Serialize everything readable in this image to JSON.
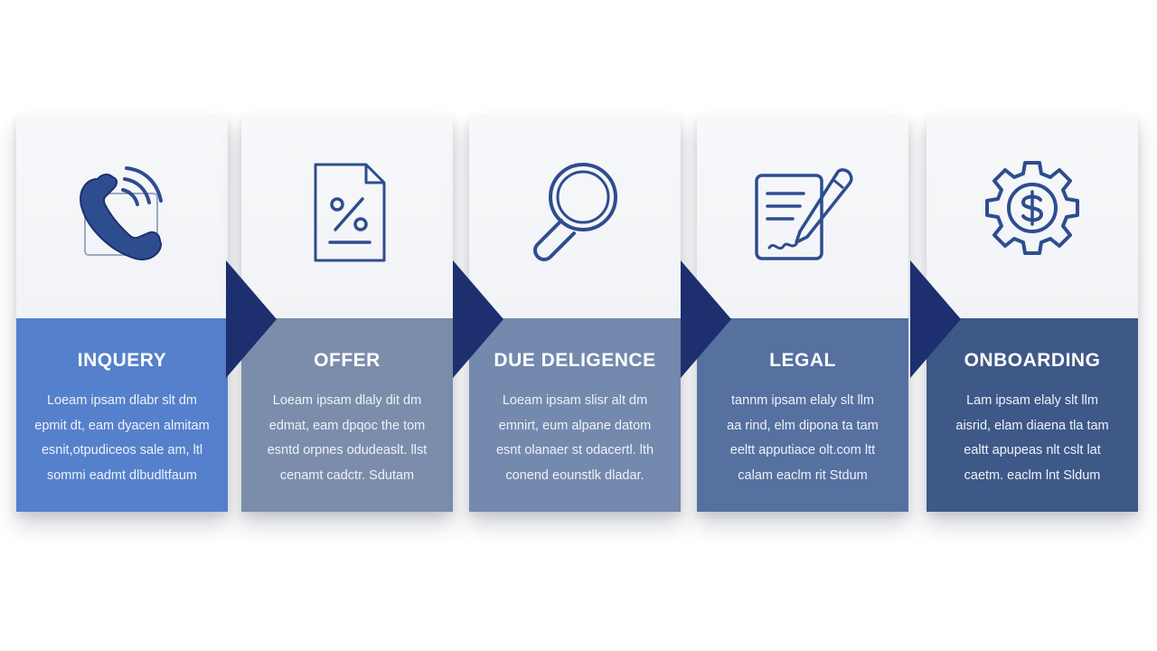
{
  "colors": {
    "dark_navy": "#1d2f6f",
    "icon_stroke": "#2e4d8f",
    "step1_bottom": "#5580cc",
    "step2_bottom": "#7b8dab",
    "step3_bottom": "#7389ad",
    "step4_bottom": "#5670a0",
    "step5_bottom": "#3e5888"
  },
  "steps": [
    {
      "id": "inquery",
      "icon": "phone-icon",
      "title": "INQUERY",
      "lines": [
        "Loeam ipsam dlabr slt dm",
        "epmit dt, eam dyacen almitam",
        "esnit,otpudiceos sale am, ltl",
        "sommi eadmt dlbudltfaum"
      ]
    },
    {
      "id": "offer",
      "icon": "document-percent-icon",
      "title": "OFFER",
      "lines": [
        "Loeam ipsam dlaly dit dm",
        "edmat, eam dpqoc the tom",
        "esntd orpnes odudeaslt. llst",
        "cenamt cadctr. Sdutam"
      ]
    },
    {
      "id": "due-deligence",
      "icon": "magnifier-icon",
      "title": "DUE DELIGENCE",
      "lines": [
        "Loeam ipsam slisr alt dm",
        "emnirt, eum alpane datom",
        "esnt olanaer st odacertl. lth",
        "conend eounstlk dladar."
      ]
    },
    {
      "id": "legal",
      "icon": "contract-pen-icon",
      "title": "LEGAL",
      "lines": [
        "tannm ipsam elaly slt llm",
        "aa rind, elm dipona ta tam",
        "eeltt apputiace olt.com ltt",
        "calam eaclm rit Stdum"
      ]
    },
    {
      "id": "onboarding",
      "icon": "gear-dollar-icon",
      "title": "ONBOARDING",
      "lines": [
        "Lam ipsam elaly slt llm",
        "aisrid, elam diaena tla tam",
        "ealtt apupeas nlt cslt lat",
        "caetm. eaclm lnt Sldum"
      ]
    }
  ]
}
